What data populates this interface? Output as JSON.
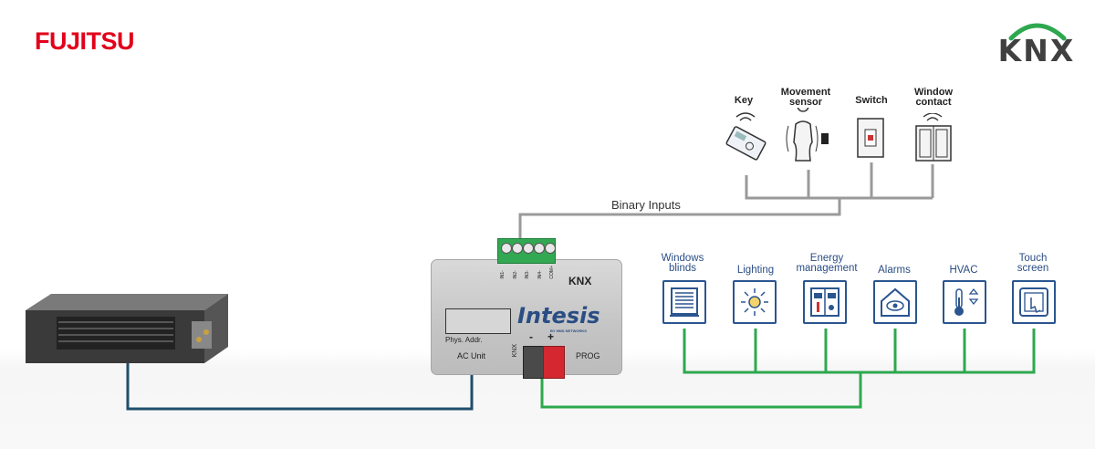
{
  "logos": {
    "left": "FUJITSU",
    "right": "KNX"
  },
  "binary_inputs": {
    "title": "Binary Inputs",
    "devices": [
      {
        "label_line1": "Key",
        "label_line2": "",
        "icon": "keycard-icon"
      },
      {
        "label_line1": "Movement",
        "label_line2": "sensor",
        "icon": "motion-sensor-icon"
      },
      {
        "label_line1": "Switch",
        "label_line2": "",
        "icon": "wall-switch-icon"
      },
      {
        "label_line1": "Window",
        "label_line2": "contact",
        "icon": "window-contact-icon"
      }
    ]
  },
  "knx_functions": [
    {
      "label_line1": "Windows",
      "label_line2": "blinds",
      "icon": "blinds-icon"
    },
    {
      "label_line1": "Lighting",
      "label_line2": "",
      "icon": "light-bulb-icon"
    },
    {
      "label_line1": "Energy",
      "label_line2": "management",
      "icon": "energy-meter-icon"
    },
    {
      "label_line1": "Alarms",
      "label_line2": "",
      "icon": "alarm-eye-house-icon"
    },
    {
      "label_line1": "HVAC",
      "label_line2": "",
      "icon": "thermometer-icon"
    },
    {
      "label_line1": "Touch",
      "label_line2": "screen",
      "icon": "touch-screen-icon"
    }
  ],
  "gateway": {
    "brand": "Intesis",
    "brand_sub": "BY HMS NETWORKS",
    "knx_badge": "KNX",
    "phys_addr": "Phys. Addr.",
    "ac_unit": "AC Unit",
    "knx_port": "KNX",
    "minus": "-",
    "plus": "+",
    "prog": "PROG",
    "terminals": [
      "IN1-",
      "IN2-",
      "IN3-",
      "IN4-",
      "COM+"
    ]
  },
  "colors": {
    "fujitsu_red": "#e2001a",
    "knx_green": "#2ea84f",
    "tile_blue": "#2a5590",
    "ac_line": "#1f4e6b",
    "grey_line": "#9a9a9a"
  }
}
